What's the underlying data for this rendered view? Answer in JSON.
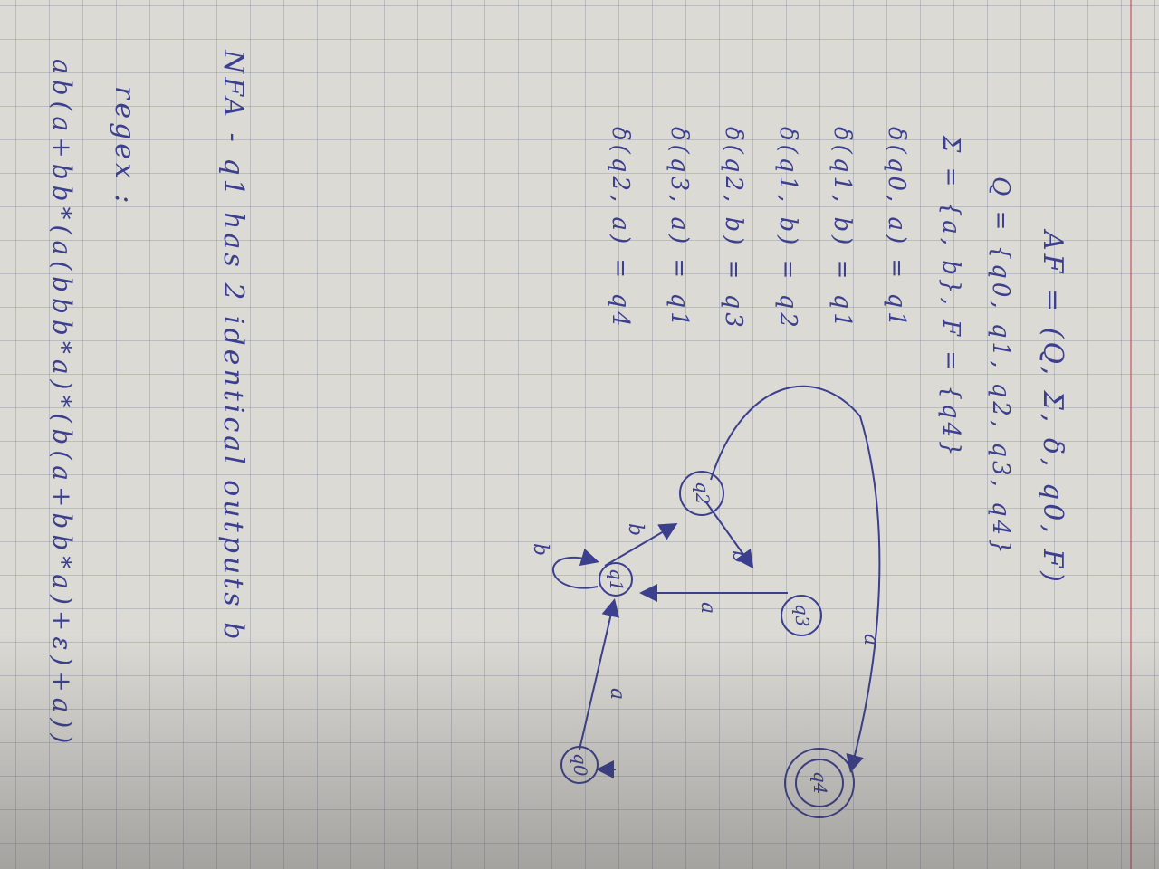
{
  "notes": {
    "definition": "AF = (Q, Σ, δ, q0, F)",
    "states_set": "Q = {q0, q1, q2, q3, q4}",
    "alphabet_and_final": "Σ = {a, b},  F = {q4}",
    "transitions": [
      "δ(q0, a) = q1",
      "δ(q1, b) = q1",
      "δ(q1, b) = q2",
      "δ(q2, b) = q3",
      "δ(q3, a) = q1",
      "δ(q2, a) = q4"
    ]
  },
  "diagram": {
    "states": [
      "q0",
      "q1",
      "q2",
      "q3",
      "q4"
    ],
    "initial_state": "q0",
    "final_state": "q4",
    "edge_labels": {
      "q0_q1": "a",
      "q1_q1": "b",
      "q1_q2": "b",
      "q2_q3": "b",
      "q3_q1": "a",
      "q2_q4": "a"
    }
  },
  "nfa_note": "NFA - q1 has 2 identical outputs b",
  "regex_title": "regex :",
  "regex": "ab(a+bb*(a(bbb*a)*(b(a+bb*a)+ε)+a))",
  "colors": {
    "ink": "#3b3f8e",
    "paper": "#dcdad5",
    "grid": "#8a93a8",
    "margin": "#c84660"
  }
}
